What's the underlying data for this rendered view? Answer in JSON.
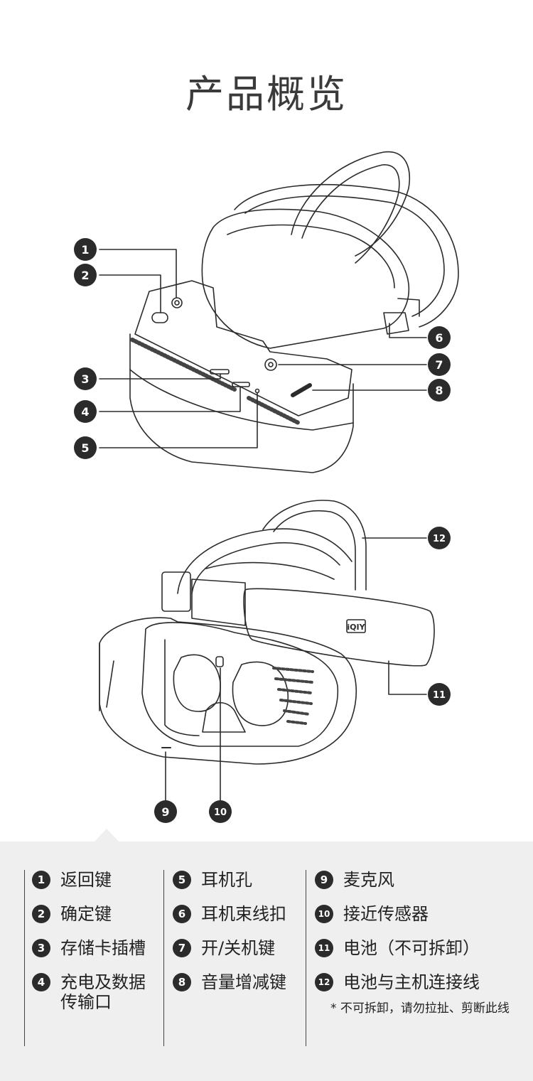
{
  "title": "产品概览",
  "callouts": [
    "1",
    "2",
    "3",
    "4",
    "5",
    "6",
    "7",
    "8",
    "9",
    "10",
    "11",
    "12"
  ],
  "legend": {
    "col1": [
      {
        "num": "1",
        "label": "返回键"
      },
      {
        "num": "2",
        "label": "确定键"
      },
      {
        "num": "3",
        "label": "存储卡插槽"
      },
      {
        "num": "4",
        "label": "充电及数据\n传输口"
      }
    ],
    "col2": [
      {
        "num": "5",
        "label": "耳机孔"
      },
      {
        "num": "6",
        "label": "耳机束线扣"
      },
      {
        "num": "7",
        "label": "开/关机键"
      },
      {
        "num": "8",
        "label": "音量增减键"
      }
    ],
    "col3": [
      {
        "num": "9",
        "label": "麦克风"
      },
      {
        "num": "10",
        "label": "接近传感器"
      },
      {
        "num": "11",
        "label": "电池（不可拆卸）"
      },
      {
        "num": "12",
        "label": "电池与主机连接线"
      }
    ],
    "note": "* 不可拆卸，请勿拉扯、剪断此线"
  },
  "brand_mark": "iQIY",
  "colors": {
    "line": "#2b2b2b",
    "panel": "#efefef",
    "badge": "#2b2b2b"
  }
}
